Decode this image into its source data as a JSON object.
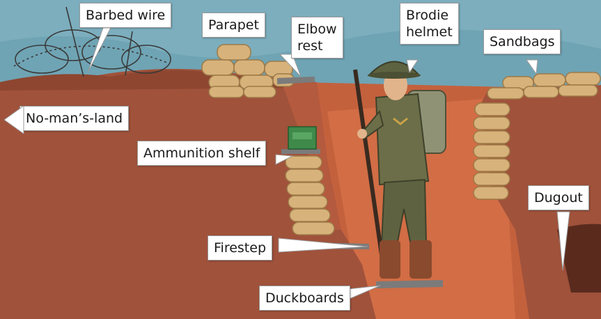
{
  "labels": {
    "barbed_wire": "Barbed wire",
    "parapet": "Parapet",
    "elbow_rest_line1": "Elbow",
    "elbow_rest_line2": "rest",
    "brodie_helmet_line1": "Brodie",
    "brodie_helmet_line2": "helmet",
    "sandbags": "Sandbags",
    "no_mans_land": "No-man’s-land",
    "ammunition_shelf": "Ammunition shelf",
    "dugout": "Dugout",
    "firestep": "Firestep",
    "duckboards": "Duckboards"
  },
  "colors": {
    "sky": "#6fa4b4",
    "earth": "#a0523b",
    "trench_wall": "#c4613d",
    "sandbag": "#d7b27a",
    "uniform": "#6b6e48",
    "helmet": "#5d6240",
    "boots": "#8a4a2e",
    "ammo_box": "#3f8a4a",
    "wood": "#7b7b7b"
  }
}
